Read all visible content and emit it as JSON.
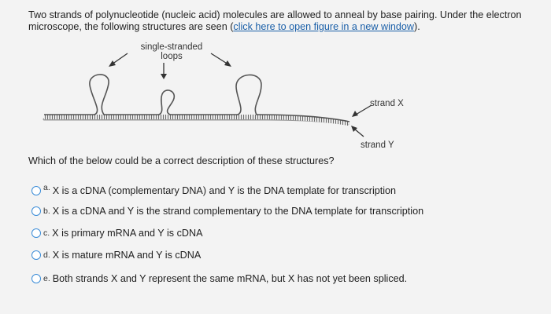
{
  "question": {
    "text": "Two strands of polynucleotide (nucleic acid) molecules are allowed to anneal by base pairing. Under the electron microscope, the following structures are seen (",
    "link_text": "click here to open figure in a new window",
    "text_end": ")."
  },
  "figure": {
    "label_loops_line1": "single-stranded",
    "label_loops_line2": "loops",
    "label_strand_x": "strand X",
    "label_strand_y": "strand Y"
  },
  "prompt": "Which of the below could be a correct description of these structures?",
  "options": [
    {
      "letter": "a.",
      "text": "X is a cDNA (complementary DNA) and Y is the DNA template for transcription"
    },
    {
      "letter": "b.",
      "text": "X is a cDNA and Y is the strand complementary to the DNA template for transcription"
    },
    {
      "letter": "c.",
      "text": "X is primary mRNA and Y is cDNA"
    },
    {
      "letter": "d.",
      "text": "X is mature mRNA and Y is cDNA"
    },
    {
      "letter": "e.",
      "text": "Both strands X and Y represent the same mRNA, but X has not yet been spliced."
    }
  ],
  "colors": {
    "link": "#1a5fa8",
    "radio_border": "#3c8dd8",
    "background": "#f3f3f3"
  }
}
